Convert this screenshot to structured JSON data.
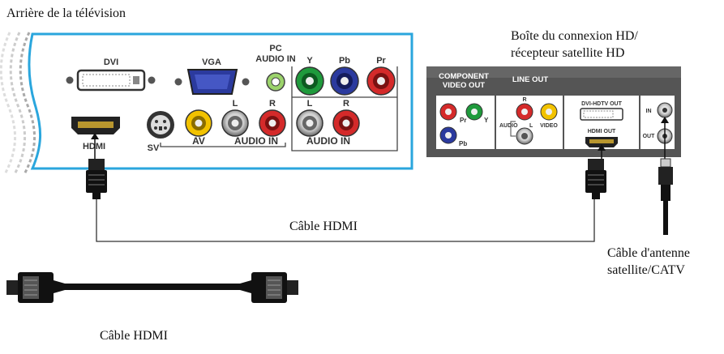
{
  "captions": {
    "tv_back": "Arrière de la télévision",
    "box_line1": "Boîte du connexion HD/",
    "box_line2": "récepteur satellite HD",
    "hdmi_cable_top": "Câble HDMI",
    "hdmi_cable_bottom": "Câble HDMI",
    "antenna_line1": "Câble d'antenne",
    "antenna_line2": "satellite/CATV"
  },
  "tv_ports": {
    "dvi": "DVI",
    "vga": "VGA",
    "pc_audio_line1": "PC",
    "pc_audio_line2": "AUDIO IN",
    "y": "Y",
    "pb": "Pb",
    "pr": "Pr",
    "hdmi": "HDMI",
    "sv": "SV",
    "av": "AV",
    "l1": "L",
    "r1": "R",
    "audio_in_1": "AUDIO IN",
    "l2": "L",
    "r2": "R",
    "audio_in_2": "AUDIO IN"
  },
  "box_ports": {
    "component_line1": "COMPONENT",
    "component_line2": "VIDEO OUT",
    "line_out": "LINE OUT",
    "pr": "Pr",
    "y": "Y",
    "pb": "Pb",
    "r": "R",
    "audio": "AUDIO",
    "l": "L",
    "video": "VIDEO",
    "dvi_hdtv_out": "DVI-HDTV OUT",
    "hdmi_out": "HDMI OUT",
    "in": "IN",
    "out": "OUT"
  },
  "colors": {
    "tv_panel_border": "#2aa6dd",
    "box_panel": "#555555",
    "green": "#1f9a3c",
    "blue": "#2b3a9e",
    "red": "#d42a2a",
    "yellow": "#f2c200"
  }
}
